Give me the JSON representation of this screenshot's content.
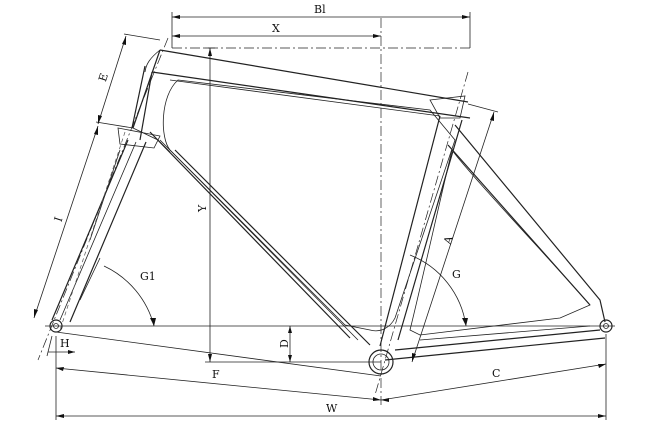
{
  "drawing": {
    "dimension_labels": {
      "bl": "Bl",
      "x": "X",
      "e": "E",
      "i": "I",
      "y": "Y",
      "a": "A",
      "g1": "G1",
      "g": "G",
      "d": "D",
      "h": "H",
      "f": "F",
      "c": "C",
      "w": "W"
    }
  }
}
